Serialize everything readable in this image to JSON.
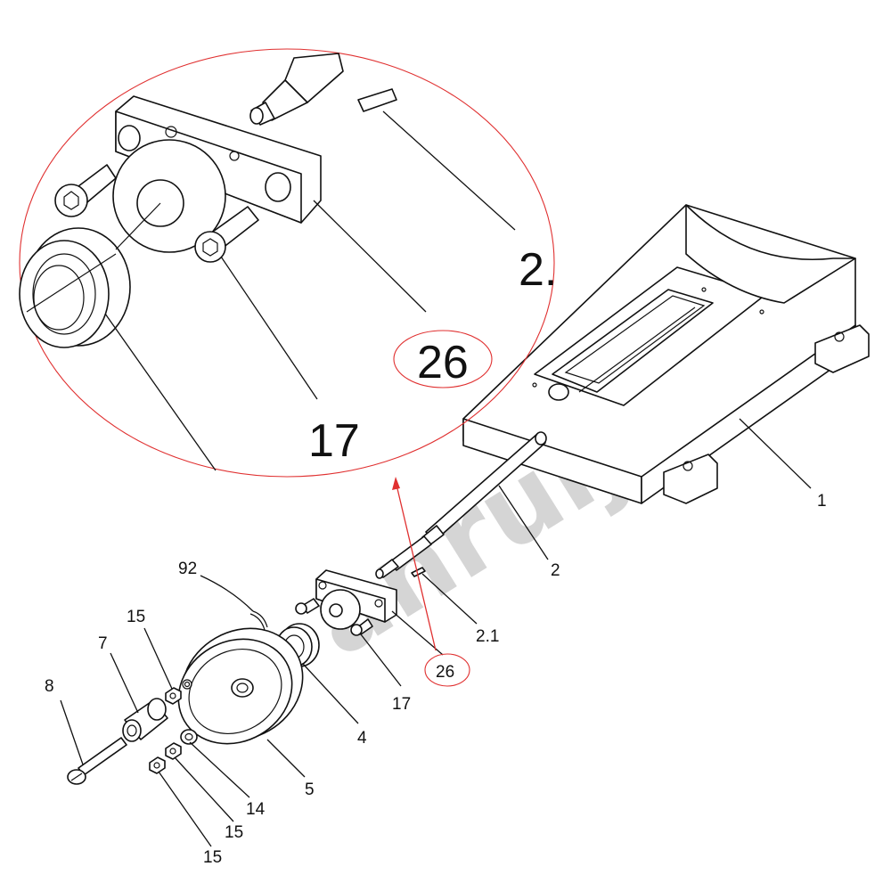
{
  "watermark": "anruijixie",
  "colors": {
    "line": "#111111",
    "highlight": "#e03030",
    "watermark": "#c8c8c8"
  },
  "labels": {
    "p1": "1",
    "p2": "2",
    "p2_1": "2.1",
    "p26": "26",
    "p17": "17",
    "p4": "4",
    "p5": "5",
    "p14": "14",
    "p15_a": "15",
    "p15_b": "15",
    "p15_c": "15",
    "p7": "7",
    "p8": "8",
    "p92": "92"
  },
  "detail_labels": {
    "d2": "2.",
    "d26": "26",
    "d17": "17"
  }
}
